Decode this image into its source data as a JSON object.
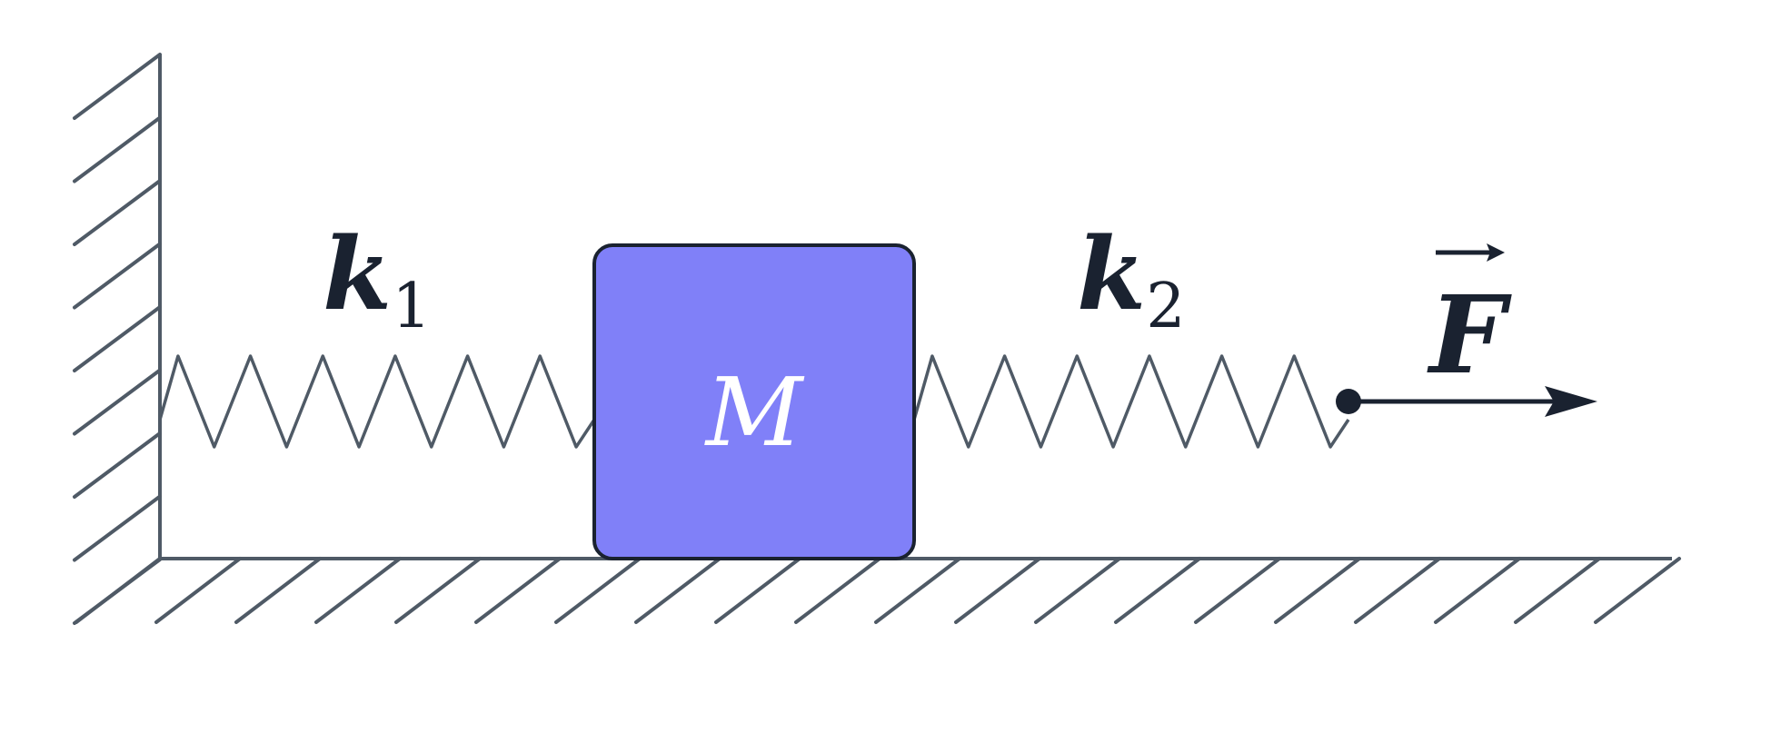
{
  "labels": {
    "spring_left": "k",
    "spring_left_sub": "1",
    "spring_right": "k",
    "spring_right_sub": "2",
    "mass": "M",
    "force": "F"
  },
  "colors": {
    "line": "#4f5a66",
    "mass_fill": "#8080f8",
    "mass_border": "#1a2230",
    "text_dark": "#1a2230",
    "mass_text": "#ffffff"
  }
}
